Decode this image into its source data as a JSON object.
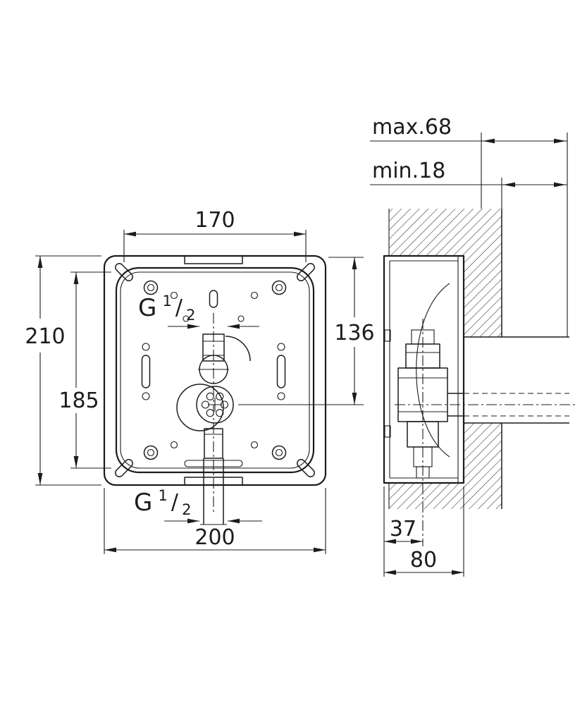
{
  "front": {
    "width_holes": "170",
    "height_overall": "210",
    "height_holes": "185",
    "center_from_top": "136",
    "width_overall": "200",
    "thread_top": {
      "prefix": "G",
      "sup": "1",
      "slash": "/",
      "sub": "2"
    },
    "thread_bottom": {
      "prefix": "G",
      "sup": "1",
      "slash": "/",
      "sub": "2"
    }
  },
  "side": {
    "depth_max": "max.68",
    "depth_min": "min.18",
    "center_from_back": "37",
    "depth_overall": "80"
  },
  "colors": {
    "line": "#1c1c1c",
    "background": "#ffffff"
  }
}
